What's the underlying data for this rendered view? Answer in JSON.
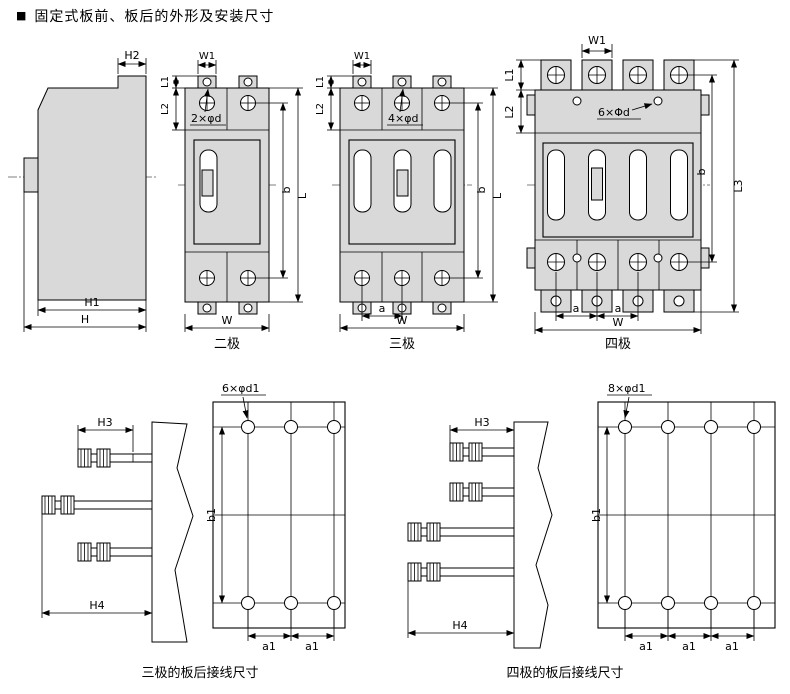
{
  "title": {
    "bullet": "■",
    "text": "固定式板前、板后的外形及安装尺寸"
  },
  "captions": {
    "pole2": "二极",
    "pole3": "三极",
    "pole4": "四极",
    "rear3": "三极的板后接线尺寸",
    "rear4": "四极的板后接线尺寸"
  },
  "dim_labels": {
    "H": "H",
    "H1": "H1",
    "H2": "H2",
    "H3": "H3",
    "H4": "H4",
    "L": "L",
    "L1": "L1",
    "L2": "L2",
    "L3": "L3",
    "W": "W",
    "W1": "W1",
    "a": "a",
    "a1": "a1",
    "b": "b",
    "b1": "b1"
  },
  "hole_notes": {
    "pole2": "2×φd",
    "pole3": "4×φd",
    "pole4": "6×Φd",
    "rear3": "6×φd1",
    "rear4": "8×φd1"
  },
  "colors": {
    "body_fill": "#d9d9d9",
    "line": "#000000",
    "background": "#ffffff"
  }
}
